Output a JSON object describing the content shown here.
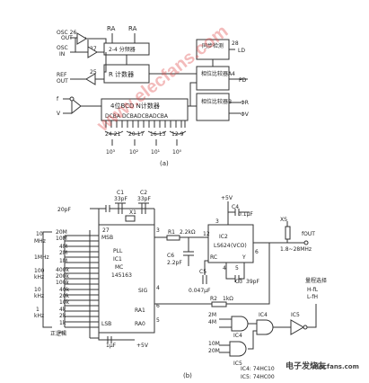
{
  "diagram_a": {
    "pins": {
      "osc_out": "OSC 26",
      "osc_out_sub": "OUT",
      "osc_in_a": "OSC",
      "osc_in_b": "IN",
      "pin27": "27",
      "ref": "REF",
      "ref_out": "OUT",
      "pin25": "25",
      "ra1": "RA",
      "ra0": "RA",
      "ld": "LD",
      "ld_pin": "28",
      "pdout": "PD",
      "pd_pin": "4",
      "phir": "ΦR",
      "phiv": "ΦV",
      "fv": "f",
      "vi": "V"
    },
    "blocks": {
      "prescaler": "2-4 分频器",
      "ref_counter": "R 计数器",
      "n_counter": "4位BCD N计数器",
      "phase_a": "相位比较器A",
      "phase_b": "相位比较器B",
      "lock_detect": "同步检测"
    },
    "bcd_labels": "DCBA DCBADCBADCBA",
    "groups": [
      "24-21",
      "20-17",
      "16-13",
      "12-9"
    ],
    "decades": [
      "10³",
      "10²",
      "10¹",
      "10⁰"
    ],
    "caption": "(a)"
  },
  "diagram_b": {
    "components": {
      "c1": "C1",
      "c1_val": "33pF",
      "c2": "C2",
      "c2_val": "33pF",
      "c_left": "20pF",
      "x1": "X1",
      "r1": "R1",
      "r1_val": "2.2kΩ",
      "c6": "C6",
      "c6_val": "2.2pF",
      "c5": "C5",
      "c5_val": "0.047μF",
      "c4": "C4",
      "c4_val": "0.1μF",
      "c3": "C3",
      "c3_val": "39pF",
      "r2": "R2",
      "r2_val": "1kΩ",
      "xs": "XS",
      "vcc1": "+5V",
      "vcc2": "+5V",
      "c7": "1μF"
    },
    "ic1": {
      "msb": "MSB",
      "pll": "PLL",
      "name": "IC1",
      "part": "MC",
      "part2": "145163",
      "sig": "SIG",
      "lsb": "LSB",
      "ra1": "RA1",
      "ra0": "RA0",
      "pin27": "27",
      "pin3": "3",
      "pin4": "4",
      "pin6": "6",
      "pin5": "5"
    },
    "ic2": {
      "name": "IC2",
      "part": "LS624",
      "part2": "(VCO)",
      "rc": "RC",
      "y": "Y",
      "pin12": "12",
      "pin3": "3",
      "pin6": "6",
      "pin4": "4",
      "pin5": "5"
    },
    "output": {
      "label": "fOUT",
      "range": "1.8~28MHz"
    },
    "range_sel": {
      "title": "量程选择",
      "h": "H-fL",
      "l": "L-fH"
    },
    "freq_labels": [
      "20M",
      "10M",
      "4M",
      "2M",
      "1M",
      "400k",
      "200k",
      "100k",
      "40k",
      "20k",
      "10k",
      "4k",
      "2k",
      "1k"
    ],
    "unit_labels": [
      "10",
      "MHz",
      "1MHz",
      "100",
      "kHz",
      "10",
      "kHz",
      "1",
      "kHz"
    ],
    "gates": {
      "g2": "IC4",
      "g3": "IC4",
      "g5": "IC5",
      "nand": "IC5",
      "lbl_2m": "2M",
      "lbl_4m": "4M",
      "lbl_10m": "10M",
      "lbl_20m": "20M"
    },
    "legend": {
      "l1": "IC4: 74HC10",
      "l2": "IC5: 74HC00"
    },
    "pull_label": "正逻辑",
    "caption": "(b)"
  },
  "watermark": {
    "main": "www.elecfans.com",
    "corner_cn": "电子发烧友",
    "corner_en": "elecfans.com"
  }
}
